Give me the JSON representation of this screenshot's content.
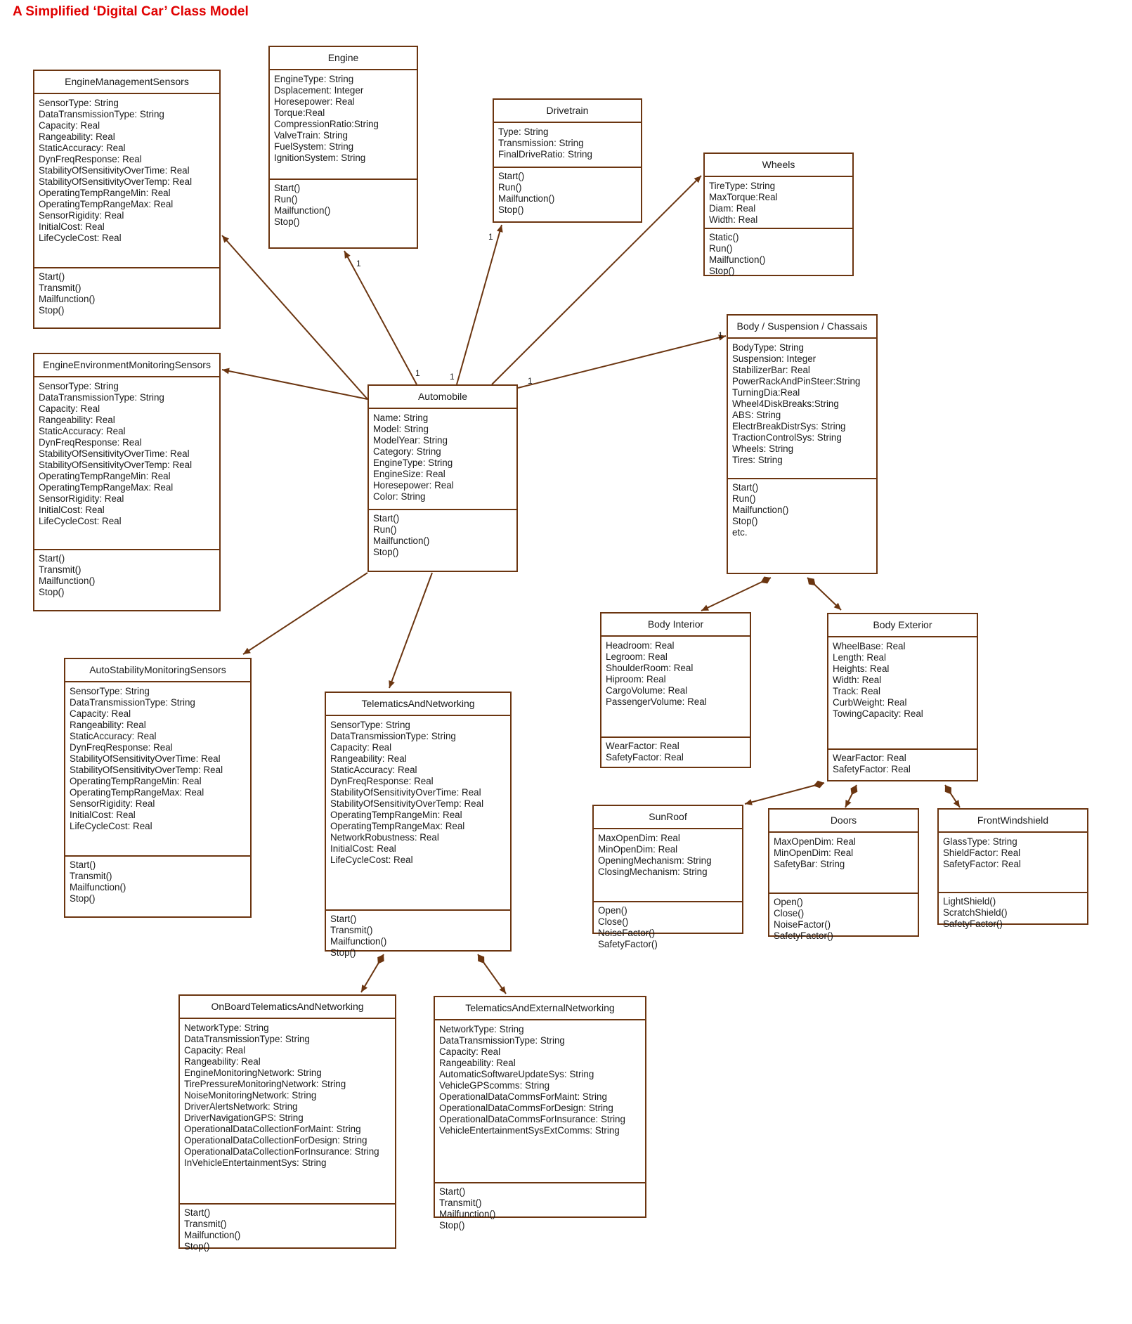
{
  "title": "A Simplified ‘Digital Car’ Class Model",
  "colors": {
    "line": "#6b3510",
    "title": "#e00000",
    "text": "#1a1a1a"
  },
  "classes": [
    {
      "id": "EngineManagementSensors",
      "name": "EngineManagementSensors",
      "attributes": [
        "SensorType: String",
        "DataTransmissionType: String",
        "Capacity: Real",
        "Rangeability: Real",
        "StaticAccuracy: Real",
        "DynFreqResponse: Real",
        "StabilityOfSensitivityOverTime: Real",
        "StabilityOfSensitivityOverTemp: Real",
        "OperatingTempRangeMin: Real",
        "OperatingTempRangeMax: Real",
        "SensorRigidity: Real",
        "InitialCost: Real",
        "LifeCycleCost: Real"
      ],
      "operations": [
        "Start()",
        "Transmit()",
        "Mailfunction()",
        "Stop()"
      ]
    },
    {
      "id": "Engine",
      "name": "Engine",
      "attributes": [
        "EngineType: String",
        "Dsplacement: Integer",
        "Horesepower: Real",
        "Torque:Real",
        "CompressionRatio:String",
        "ValveTrain: String",
        "FuelSystem: String",
        "IgnitionSystem: String"
      ],
      "operations": [
        "Start()",
        "Run()",
        "Mailfunction()",
        "Stop()"
      ]
    },
    {
      "id": "Drivetrain",
      "name": "Drivetrain",
      "attributes": [
        "Type: String",
        "Transmission: String",
        "FinalDriveRatio: String"
      ],
      "operations": [
        "Start()",
        "Run()",
        "Mailfunction()",
        "Stop()"
      ]
    },
    {
      "id": "Wheels",
      "name": "Wheels",
      "attributes": [
        "TireType: String",
        "MaxTorque:Real",
        "Diam: Real",
        "Width: Real"
      ],
      "operations": [
        "Static()",
        "Run()",
        "Mailfunction()",
        "Stop()"
      ]
    },
    {
      "id": "EngineEnvironmentMonitoringSensors",
      "name": "EngineEnvironmentMonitoringSensors",
      "attributes": [
        "SensorType: String",
        "DataTransmissionType: String",
        "Capacity: Real",
        "Rangeability: Real",
        "StaticAccuracy: Real",
        "DynFreqResponse: Real",
        "StabilityOfSensitivityOverTime: Real",
        "StabilityOfSensitivityOverTemp: Real",
        "OperatingTempRangeMin: Real",
        "OperatingTempRangeMax: Real",
        "SensorRigidity: Real",
        "InitialCost: Real",
        "LifeCycleCost: Real"
      ],
      "operations": [
        "Start()",
        "Transmit()",
        "Mailfunction()",
        "Stop()"
      ]
    },
    {
      "id": "Automobile",
      "name": "Automobile",
      "attributes": [
        "Name: String",
        "Model: String",
        "ModelYear: String",
        "Category: String",
        "EngineType: String",
        "EngineSize: Real",
        "Horesepower: Real",
        "Color: String"
      ],
      "operations": [
        "Start()",
        "Run()",
        "Mailfunction()",
        "Stop()"
      ]
    },
    {
      "id": "BodySuspensionChassais",
      "name": "Body / Suspension / Chassais",
      "attributes": [
        "BodyType: String",
        "Suspension: Integer",
        "StabilizerBar: Real",
        "PowerRackAndPinSteer:String",
        "TurningDia:Real",
        "Wheel4DiskBreaks:String",
        "ABS: String",
        "ElectrBreakDistrSys: String",
        "TractionControlSys: String",
        "Wheels: String",
        "Tires: String"
      ],
      "operations": [
        "Start()",
        "Run()",
        "Mailfunction()",
        "Stop()",
        "etc."
      ]
    },
    {
      "id": "AutoStabilityMonitoringSensors",
      "name": "AutoStabilityMonitoringSensors",
      "attributes": [
        "SensorType: String",
        "DataTransmissionType: String",
        "Capacity: Real",
        "Rangeability: Real",
        "StaticAccuracy: Real",
        "DynFreqResponse: Real",
        "StabilityOfSensitivityOverTime: Real",
        "StabilityOfSensitivityOverTemp: Real",
        "OperatingTempRangeMin: Real",
        "OperatingTempRangeMax: Real",
        "SensorRigidity: Real",
        "InitialCost: Real",
        "LifeCycleCost: Real"
      ],
      "operations": [
        "Start()",
        "Transmit()",
        "Mailfunction()",
        "Stop()"
      ]
    },
    {
      "id": "TelematicsAndNetworking",
      "name": "TelematicsAndNetworking",
      "attributes": [
        "SensorType: String",
        "DataTransmissionType: String",
        "Capacity: Real",
        "Rangeability: Real",
        "StaticAccuracy: Real",
        "DynFreqResponse: Real",
        "StabilityOfSensitivityOverTime: Real",
        "StabilityOfSensitivityOverTemp: Real",
        "OperatingTempRangeMin: Real",
        "OperatingTempRangeMax: Real",
        "NetworkRobustness: Real",
        "InitialCost: Real",
        "LifeCycleCost: Real"
      ],
      "operations": [
        "Start()",
        "Transmit()",
        "Mailfunction()",
        "Stop()"
      ]
    },
    {
      "id": "BodyInterior",
      "name": "Body Interior",
      "attributes": [
        "Headroom: Real",
        "Legroom: Real",
        "ShoulderRoom: Real",
        "Hiproom: Real",
        "CargoVolume: Real",
        "PassengerVolume: Real"
      ],
      "operations": [
        "WearFactor: Real",
        "SafetyFactor: Real"
      ]
    },
    {
      "id": "BodyExterior",
      "name": "Body Exterior",
      "attributes": [
        "WheelBase: Real",
        "Length: Real",
        "Heights: Real",
        "Width: Real",
        "Track: Real",
        "CurbWeight: Real",
        "TowingCapacity: Real"
      ],
      "operations": [
        "WearFactor: Real",
        "SafetyFactor: Real"
      ]
    },
    {
      "id": "SunRoof",
      "name": "SunRoof",
      "attributes": [
        "MaxOpenDim: Real",
        "MinOpenDim: Real",
        "OpeningMechanism: String",
        "ClosingMechanism: String"
      ],
      "operations": [
        "Open()",
        "Close()",
        "NoiseFactor()",
        "SafetyFactor()"
      ]
    },
    {
      "id": "Doors",
      "name": "Doors",
      "attributes": [
        "MaxOpenDim: Real",
        "MinOpenDim: Real",
        "SafetyBar: String"
      ],
      "operations": [
        "Open()",
        "Close()",
        "NoiseFactor()",
        "SafetyFactor()"
      ]
    },
    {
      "id": "FrontWindshield",
      "name": "FrontWindshield",
      "attributes": [
        "GlassType: String",
        "ShieldFactor: Real",
        "SafetyFactor: Real"
      ],
      "operations": [
        "LightShield()",
        "ScratchShield()",
        "SafetyFactor()"
      ]
    },
    {
      "id": "OnBoardTelematicsAndNetworking",
      "name": "OnBoardTelematicsAndNetworking",
      "attributes": [
        "NetworkType: String",
        "DataTransmissionType: String",
        "Capacity: Real",
        "Rangeability: Real",
        "EngineMonitoringNetwork: String",
        "TirePressureMonitoringNetwork: String",
        "NoiseMonitoringNetwork: String",
        "DriverAlertsNetwork: String",
        "DriverNavigationGPS: String",
        "OperationalDataCollectionForMaint: String",
        "OperationalDataCollectionForDesign: String",
        "OperationalDataCollectionForInsurance: String",
        "InVehicleEntertainmentSys: String"
      ],
      "operations": [
        "Start()",
        "Transmit()",
        "Mailfunction()",
        "Stop()"
      ]
    },
    {
      "id": "TelematicsAndExternalNetworking",
      "name": "TelematicsAndExternalNetworking",
      "attributes": [
        "NetworkType: String",
        "DataTransmissionType: String",
        "Capacity: Real",
        "Rangeability: Real",
        "AutomaticSoftwareUpdateSys: String",
        "VehicleGPScomms: String",
        "OperationalDataCommsForMaint: String",
        "OperationalDataCommsForDesign: String",
        "OperationalDataCommsForInsurance: String",
        "VehicleEntertainmentSysExtComms: String"
      ],
      "operations": [
        "Start()",
        "Transmit()",
        "Mailfunction()",
        "Stop()"
      ]
    }
  ],
  "relationships": [
    {
      "from": "Automobile",
      "to": "EngineManagementSensors",
      "type": "association"
    },
    {
      "from": "Automobile",
      "to": "Engine",
      "type": "association",
      "from_mult": "1",
      "to_mult": "1"
    },
    {
      "from": "Automobile",
      "to": "Drivetrain",
      "type": "association",
      "from_mult": "1",
      "to_mult": "1"
    },
    {
      "from": "Automobile",
      "to": "Wheels",
      "type": "association"
    },
    {
      "from": "Automobile",
      "to": "BodySuspensionChassais",
      "type": "association",
      "from_mult": "1",
      "to_mult": "1"
    },
    {
      "from": "Automobile",
      "to": "EngineEnvironmentMonitoringSensors",
      "type": "association"
    },
    {
      "from": "Automobile",
      "to": "AutoStabilityMonitoringSensors",
      "type": "association"
    },
    {
      "from": "Automobile",
      "to": "TelematicsAndNetworking",
      "type": "association"
    },
    {
      "from": "BodySuspensionChassais",
      "to": "BodyInterior",
      "type": "composition"
    },
    {
      "from": "BodySuspensionChassais",
      "to": "BodyExterior",
      "type": "composition"
    },
    {
      "from": "BodyExterior",
      "to": "SunRoof",
      "type": "composition"
    },
    {
      "from": "BodyExterior",
      "to": "Doors",
      "type": "composition"
    },
    {
      "from": "BodyExterior",
      "to": "FrontWindshield",
      "type": "composition"
    },
    {
      "from": "TelematicsAndNetworking",
      "to": "OnBoardTelematicsAndNetworking",
      "type": "composition"
    },
    {
      "from": "TelematicsAndNetworking",
      "to": "TelematicsAndExternalNetworking",
      "type": "composition"
    }
  ]
}
